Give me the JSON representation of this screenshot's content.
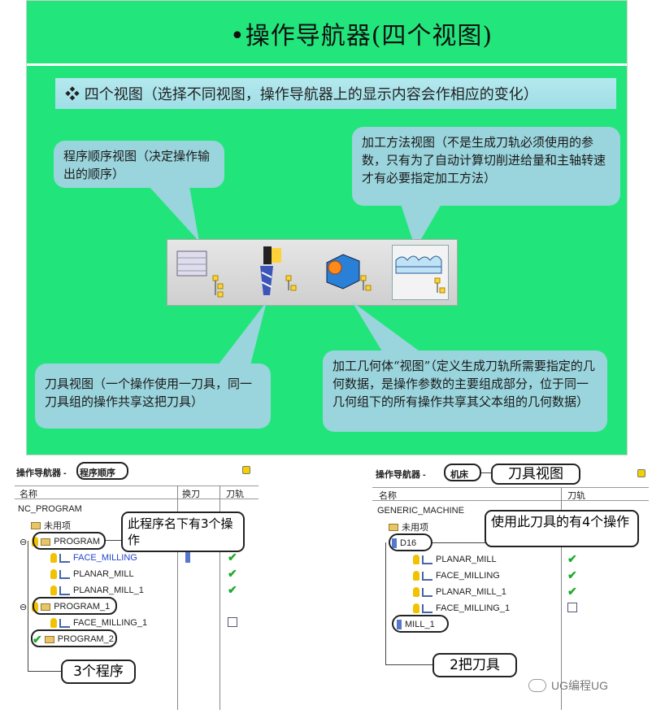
{
  "slide": {
    "title": "•操作导航器(四个视图)",
    "subtitle": "❖  四个视图（选择不同视图，操作导航器上的显示内容会作相应的变化）",
    "bubble_program": "程序顺序视图（决定操作输出的顺序）",
    "bubble_method": "加工方法视图（不是生成刀轨必须使用的参数，只有为了自动计算切削进给量和主轴转速才有必要指定加工方法）",
    "bubble_tool": "刀具视图（一个操作使用一刀具，同一刀具组的操作共享这把刀具）",
    "bubble_geometry": "加工几何体“视图”（定义生成刀轨所需要指定的几何数据，是操作参数的主要组成部分，位于同一几何组下的所有操作共享其父本组的几何数据）"
  },
  "left_nav": {
    "header": "操作导航器 -",
    "view": "程序顺序",
    "col_name": "名称",
    "col_tool_change": "换刀",
    "col_path": "刀轨",
    "root": "NC_PROGRAM",
    "unused": "未用项",
    "program": "PROGRAM",
    "op1": "FACE_MILLING",
    "op2": "PLANAR_MILL",
    "op3": "PLANAR_MILL_1",
    "program1": "PROGRAM_1",
    "op4": "FACE_MILLING_1",
    "program2": "PROGRAM_2",
    "callout_ops": "此程序名下有3个操作",
    "callout_programs": "3个程序"
  },
  "right_nav": {
    "header": "操作导航器 -",
    "view": "机床",
    "view_label": "刀具视图",
    "col_name": "名称",
    "col_path": "刀轨",
    "root": "GENERIC_MACHINE",
    "unused": "未用项",
    "tool1": "D16",
    "op1": "PLANAR_MILL",
    "op2": "FACE_MILLING",
    "op3": "PLANAR_MILL_1",
    "op4": "FACE_MILLING_1",
    "tool2": "MILL_1",
    "callout_ops": "使用此刀具的有4个操作",
    "callout_tools": "2把刀具"
  },
  "watermark": "UG编程UG",
  "colors": {
    "slide_bg": "#21e57a",
    "bubble": "#9ad4dc",
    "check": "#1eaa2a"
  }
}
